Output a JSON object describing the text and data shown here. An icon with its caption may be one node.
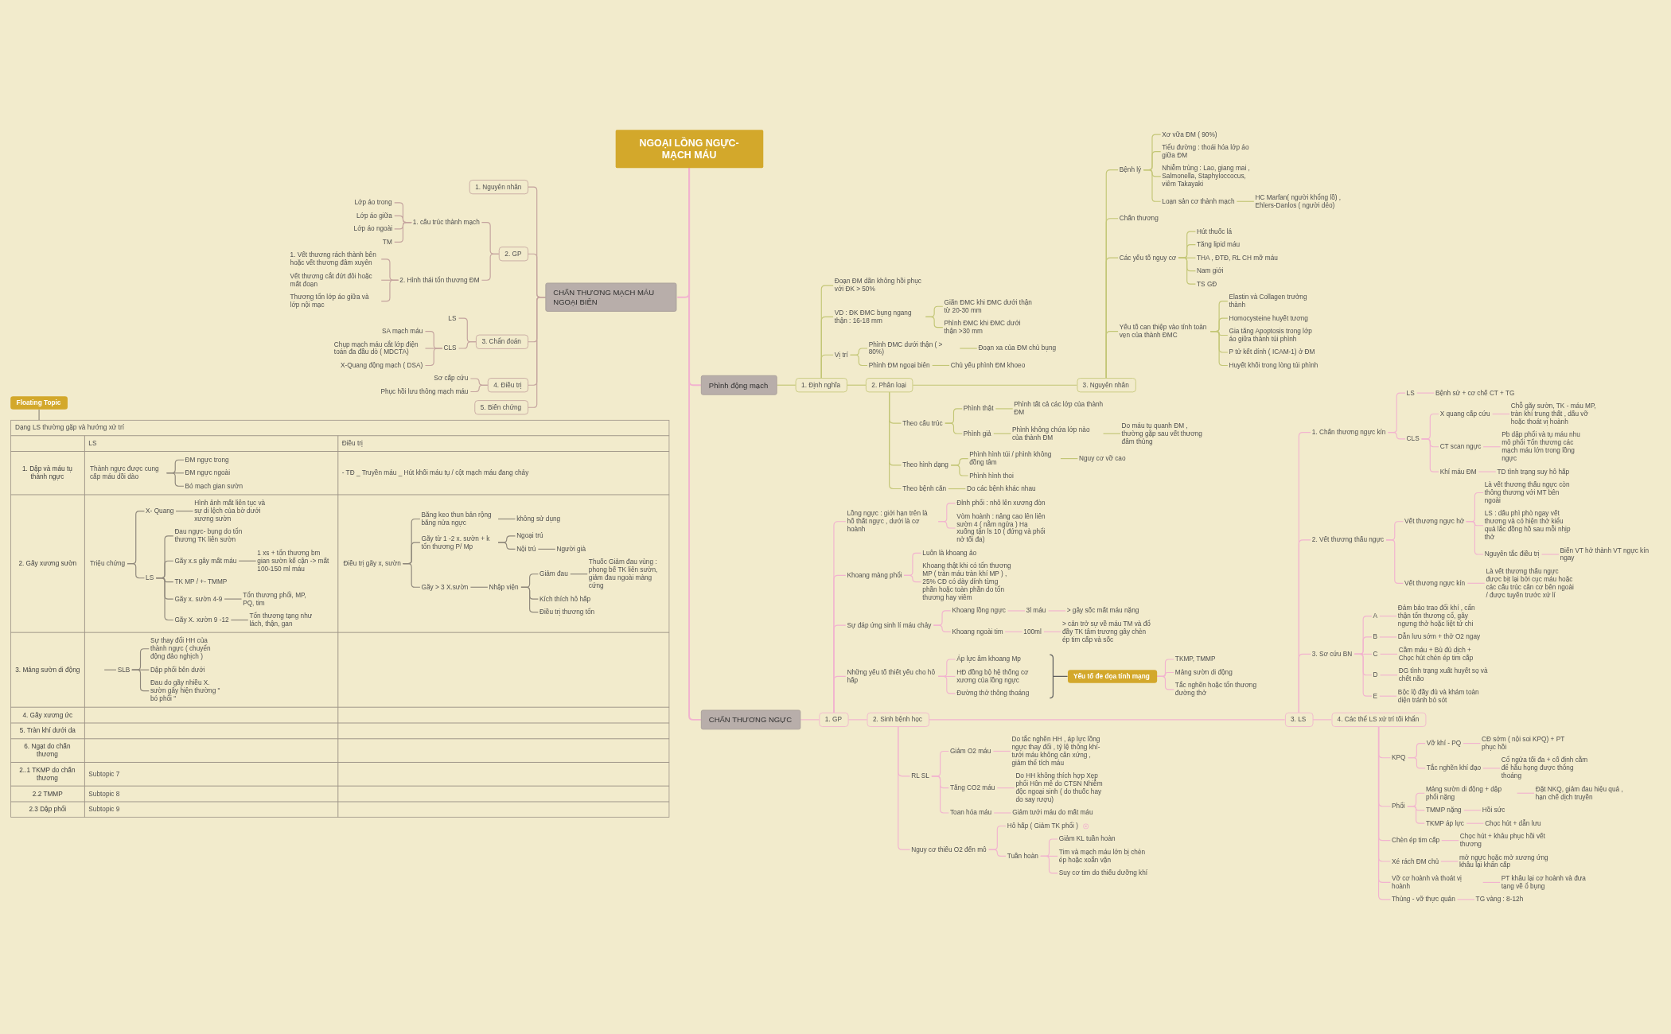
{
  "diagram": {
    "nodes": [
      {
        "text": [
          "NGOẠI LỒNG NGỰC- MẠCH MÁU"
        ]
      },
      {
        "text": [
          "CHẤN THƯƠNG MẠCH MÁU NGOẠI BIÊN"
        ]
      },
      {
        "text": [
          "1. Nguyên nhân"
        ]
      },
      {
        "text": [
          "2. GP"
        ]
      },
      {
        "text": [
          "1. cấu trúc thành mạch"
        ]
      },
      {
        "text": [
          "Lớp áo trong"
        ]
      },
      {
        "text": [
          "Lớp áo giữa"
        ]
      },
      {
        "text": [
          "Lớp áo ngoài"
        ]
      },
      {
        "text": [
          "TM"
        ]
      },
      {
        "text": [
          "2. Hình thái tổn thương ĐM"
        ]
      },
      {
        "text": [
          "1. Vết thương rách thành bên hoặc vết thương đâm xuyên"
        ]
      },
      {
        "text": [
          "Vết thương cắt đứt đôi hoặc mất đoạn"
        ]
      },
      {
        "text": [
          "Thương tổn lớp áo giữa và lớp nội mạc"
        ]
      },
      {
        "text": [
          "3. Chẩn đoán"
        ]
      },
      {
        "text": [
          "LS"
        ]
      },
      {
        "text": [
          "CLS"
        ]
      },
      {
        "text": [
          "SA mạch máu"
        ]
      },
      {
        "text": [
          "Chụp mạch máu cắt lớp điện toán đa đầu dò ( MDCTA)"
        ]
      },
      {
        "text": [
          "X-Quang động mạch ( DSA)"
        ]
      },
      {
        "text": [
          "4. Điều trị"
        ]
      },
      {
        "text": [
          "Sơ cấp cứu"
        ]
      },
      {
        "text": [
          "Phục hồi lưu thông mạch máu"
        ]
      },
      {
        "text": [
          "5. Biến chứng"
        ]
      },
      {
        "text": [
          "Phình động mạch"
        ]
      },
      {
        "text": [
          "1. Định nghĩa"
        ]
      },
      {
        "text": [
          "Đoạn ĐM dãn không hồi phục với ĐK > 50%"
        ]
      },
      {
        "text": [
          "VD : ĐK ĐMC bụng ngang thận : 16-18 mm"
        ]
      },
      {
        "text": [
          "Giãn ĐMC khi ĐMC dưới thận từ 20-30 mm"
        ]
      },
      {
        "text": [
          "Phình ĐMC khi ĐMC dưới thận >30 mm"
        ]
      },
      {
        "text": [
          "Vị trí"
        ]
      },
      {
        "text": [
          "Phình ĐMC dưới thận ( > 80%)"
        ]
      },
      {
        "text": [
          "Đoạn xa của ĐM chủ bụng"
        ]
      },
      {
        "text": [
          "Phình ĐM ngoại biên"
        ]
      },
      {
        "text": [
          "Chủ yếu phình ĐM khoeo"
        ]
      },
      {
        "text": [
          "2. Phân loại"
        ]
      },
      {
        "text": [
          "Theo cấu trúc"
        ]
      },
      {
        "text": [
          "Phình thật"
        ]
      },
      {
        "text": [
          "Phình tất cả các lớp của thành ĐM"
        ]
      },
      {
        "text": [
          "Phình giả"
        ]
      },
      {
        "text": [
          "Phình không chứa lớp nào của thành ĐM"
        ]
      },
      {
        "text": [
          "Do máu tụ quanh ĐM , thường gặp sau vết thương đâm thủng"
        ]
      },
      {
        "text": [
          "Theo hình dạng"
        ]
      },
      {
        "text": [
          "Phình hình túi / phình không đồng tâm"
        ]
      },
      {
        "text": [
          "Nguy cơ vỡ cao"
        ]
      },
      {
        "text": [
          "Phình hình thoi"
        ]
      },
      {
        "text": [
          "Theo bệnh căn"
        ]
      },
      {
        "text": [
          "Do các bệnh khác nhau"
        ]
      },
      {
        "text": [
          "3. Nguyên nhân"
        ]
      },
      {
        "text": [
          "Bệnh lý"
        ]
      },
      {
        "text": [
          "Xơ vữa ĐM ( 90%)"
        ]
      },
      {
        "text": [
          "Tiểu đường : thoái hóa lớp áo giữa ĐM"
        ]
      },
      {
        "text": [
          "Nhiễm trùng : Lao, giang mai , Salmonella, Staphyloccocus, viêm Takayaki"
        ]
      },
      {
        "text": [
          "Loạn sản cơ thành mạch"
        ]
      },
      {
        "text": [
          "HC Marfan( người khổng lồ) , Ehlers-Danlos ( người dẻo)"
        ]
      },
      {
        "text": [
          "Chấn thương"
        ]
      },
      {
        "text": [
          "Các yếu tố nguy cơ"
        ]
      },
      {
        "text": [
          "Hút thuốc lá"
        ]
      },
      {
        "text": [
          "Tăng lipid máu"
        ]
      },
      {
        "text": [
          "THA , ĐTĐ, RL CH mỡ máu"
        ]
      },
      {
        "text": [
          "Nam giới"
        ]
      },
      {
        "text": [
          "TS GĐ"
        ]
      },
      {
        "text": [
          "Yếu tố can thiệp vào tính toàn vẹn của thành ĐMC"
        ]
      },
      {
        "text": [
          "Elastin và Collagen trưởng thành"
        ]
      },
      {
        "text": [
          "Homocysteine huyết tương"
        ]
      },
      {
        "text": [
          "Gia tăng Apoptosis trong lớp áo giữa thành túi phình"
        ]
      },
      {
        "text": [
          "P tử kết dính ( ICAM-1) ở ĐM"
        ]
      },
      {
        "text": [
          "Huyết khối trong lòng túi phình"
        ]
      },
      {
        "text": [
          "CHẤN THƯƠNG NGỰC"
        ]
      },
      {
        "text": [
          "1. GP"
        ]
      },
      {
        "text": [
          "Lồng ngực : giới hạn trên là hố thất ngực , dưới là cơ hoành"
        ]
      },
      {
        "text": [
          "Đỉnh phổi : nhô lên xương đòn"
        ]
      },
      {
        "text": [
          "Vòm hoành : nâng cao lên liên sườn 4 ( nằm ngửa ) Hạ xuống tận ls 10 ( đứng và phổi nở tối đa)"
        ]
      },
      {
        "text": [
          "Khoang màng phổi"
        ]
      },
      {
        "text": [
          "Luôn là khoang ảo"
        ]
      },
      {
        "text": [
          "Khoang thật khi có tổn thương MP ( tràn máu tràn khí MP ) , 25% CĐ có dày dính từng phần hoặc toàn phần do tổn thương hay viêm"
        ]
      },
      {
        "text": [
          "Sự đáp ứng sinh lí máu chảy"
        ]
      },
      {
        "text": [
          "Khoang lồng ngực"
        ]
      },
      {
        "text": [
          "3l máu"
        ]
      },
      {
        "text": [
          "> gây sốc mất máu nặng"
        ]
      },
      {
        "text": [
          "Khoang ngoài tim"
        ]
      },
      {
        "text": [
          "100ml"
        ]
      },
      {
        "text": [
          "> cản trở sự về máu TM và đổ đầy TK tâm trương gây chèn ép tim cấp và sốc"
        ]
      },
      {
        "text": [
          "Những yếu tố thiết yếu cho hô hấp"
        ]
      },
      {
        "text": [
          "Áp lực âm khoang Mp"
        ]
      },
      {
        "text": [
          "HĐ đồng bộ hệ thống cơ xương của lồng ngực"
        ]
      },
      {
        "text": [
          "Đường thở thông thoáng"
        ]
      },
      {
        "text": [
          "Yếu tố đe dọa tính mạng"
        ]
      },
      {
        "text": [
          "TKMP, TMMP"
        ]
      },
      {
        "text": [
          "Mảng sườn di động"
        ]
      },
      {
        "text": [
          "Tắc nghẽn hoặc tổn thương đường thở"
        ]
      },
      {
        "text": [
          "2. Sinh bệnh học"
        ]
      },
      {
        "text": [
          "RL SL"
        ]
      },
      {
        "text": [
          "Giảm O2 máu"
        ]
      },
      {
        "text": [
          "Do tắc nghẽn HH , áp lực lồng ngực thay đổi , tỷ lệ thông khí- tưới máu không cân xứng , giảm thể tích máu"
        ]
      },
      {
        "text": [
          "Tăng CO2 máu"
        ]
      },
      {
        "text": [
          "Do HH không thích hợp Xẹp phổi Hôn mê do CTSN Nhiễm độc ngoại sinh ( do thuốc hay do say rượu)"
        ]
      },
      {
        "text": [
          "Toan hóa máu"
        ]
      },
      {
        "text": [
          "Giảm tưới máu do mất máu"
        ]
      },
      {
        "text": [
          "Nguy cơ thiếu O2 đến mô"
        ]
      },
      {
        "text": [
          "Hô hấp ( Giảm TK phổi )"
        ]
      },
      {
        "text": [
          "Tuần hoàn"
        ]
      },
      {
        "text": [
          "Giảm KL tuần hoàn"
        ]
      },
      {
        "text": [
          "Tim và mạch máu lớn bị chèn ép hoặc xoắn vặn"
        ]
      },
      {
        "text": [
          "Suy cơ tim do thiếu dưỡng khí"
        ]
      },
      {
        "text": [
          "3. LS"
        ]
      },
      {
        "text": [
          "1. Chấn thương ngực kín"
        ]
      },
      {
        "text": [
          "LS"
        ]
      },
      {
        "text": [
          "Bệnh sử + cơ chế CT + TG"
        ]
      },
      {
        "text": [
          "CLS"
        ]
      },
      {
        "text": [
          "X quang cấp cứu"
        ]
      },
      {
        "text": [
          "Chỗ gãy sườn, TK - máu MP, tràn khí trung thất , dấu vỡ hoặc thoát vị hoành"
        ]
      },
      {
        "text": [
          "CT scan ngực"
        ]
      },
      {
        "text": [
          "Pb dập phổi và tụ máu nhu mô phổi Tổn thương các mạch máu lớn trong lồng ngực"
        ]
      },
      {
        "text": [
          "Khí máu ĐM"
        ]
      },
      {
        "text": [
          "TD tình trạng suy hô hấp"
        ]
      },
      {
        "text": [
          "2. Vết thương thấu ngực"
        ]
      },
      {
        "text": [
          "Vết thương ngực hở"
        ]
      },
      {
        "text": [
          "Là vết thương thấu ngực còn thông thương với MT bên ngoài"
        ]
      },
      {
        "text": [
          "LS : dấu phì phò ngay vết thương và có hiện thở kiểu quả lắc đồng hồ sau mỗi nhịp thở"
        ]
      },
      {
        "text": [
          "Nguyên tắc điều trị"
        ]
      },
      {
        "text": [
          "Biến VT hở thành VT ngực kín ngay"
        ]
      },
      {
        "text": [
          "Vết thương ngực kín"
        ]
      },
      {
        "text": [
          "Là vết thương thấu ngực được bịt lại bởi cục máu hoặc các cấu trúc cân cơ bên ngoài / được tuyến trước xử lí"
        ]
      },
      {
        "text": [
          "3. Sơ cứu BN"
        ]
      },
      {
        "text": [
          "A"
        ]
      },
      {
        "text": [
          "Đảm bảo trao đổi khí , cẩn thận tổn thương cổ, gây ngưng thở hoặc liệt tứ chi"
        ]
      },
      {
        "text": [
          "B"
        ]
      },
      {
        "text": [
          "Dẫn lưu sớm + thở O2 ngay"
        ]
      },
      {
        "text": [
          "C"
        ]
      },
      {
        "text": [
          "Cầm máu + Bù đủ dịch + Chọc hút chèn ép tim cấp"
        ]
      },
      {
        "text": [
          "D"
        ]
      },
      {
        "text": [
          "ĐG tình trạng xuất huyết sọ và chết não"
        ]
      },
      {
        "text": [
          "E"
        ]
      },
      {
        "text": [
          "Bộc lộ đầy đủ và khám toàn diện tránh bỏ sót"
        ]
      },
      {
        "text": [
          "4. Các thể LS xử trí tối khẩn"
        ]
      },
      {
        "text": [
          "KPQ"
        ]
      },
      {
        "text": [
          "Vỡ khí - PQ"
        ]
      },
      {
        "text": [
          "CĐ sớm ( nội soi KPQ) + PT phục hồi"
        ]
      },
      {
        "text": [
          "Tắc nghẽn khí đạo"
        ]
      },
      {
        "text": [
          "Cổ ngửa tối đa + cố định cằm để hầu họng được thông thoáng"
        ]
      },
      {
        "text": [
          "Phổi"
        ]
      },
      {
        "text": [
          "Mảng sườn di động + dập phổi nặng"
        ]
      },
      {
        "text": [
          "Đặt NKQ, giảm đau hiệu quả , hạn chế dịch truyền"
        ]
      },
      {
        "text": [
          "TMMP nặng"
        ]
      },
      {
        "text": [
          "Hồi sức"
        ]
      },
      {
        "text": [
          "TKMP áp lực"
        ]
      },
      {
        "text": [
          "Chọc hút + dẫn lưu"
        ]
      },
      {
        "text": [
          "Chèn ép tim cấp"
        ]
      },
      {
        "text": [
          "Chọc hút + khâu phục hồi vết thương"
        ]
      },
      {
        "text": [
          "Xé rách ĐM chủ"
        ]
      },
      {
        "text": [
          "mở ngực hoặc mở xương ứng khâu lại khẩn cấp"
        ]
      },
      {
        "text": [
          "Vỡ cơ hoành và thoát vị hoành"
        ]
      },
      {
        "text": [
          "PT khâu lại cơ hoành và đưa tạng về ổ bụng"
        ]
      },
      {
        "text": [
          "Thủng - vỡ thực quản"
        ]
      },
      {
        "text": [
          "TG vàng : 8-12h"
        ]
      },
      {
        "text": [
          "Floating Topic"
        ]
      },
      {
        "text": [
          "Dạng LS thường gặp và hướng xử trí"
        ]
      },
      {
        "text": [
          "Thành ngực được cung cấp máu dồi dào"
        ],
        "in": 156
      },
      {
        "text": [
          "ĐM ngực trong"
        ],
        "in": 156
      },
      {
        "text": [
          "ĐM ngực ngoài"
        ],
        "in": 156
      },
      {
        "text": [
          "Bó mạch gian sườn"
        ],
        "in": 156
      },
      {
        "text": [
          "Triệu chứng"
        ],
        "in": 156
      },
      {
        "text": [
          "X- Quang"
        ],
        "in": 156
      },
      {
        "text": [
          "Hình ảnh mất liên tục và sự di lệch của bờ dưới xương sườn"
        ],
        "in": 156
      },
      {
        "text": [
          "LS"
        ],
        "in": 156
      },
      {
        "text": [
          "Đau ngực- bụng do tổn thương TK liên sườn"
        ],
        "in": 156
      },
      {
        "text": [
          "Gãy x.s gây mất máu"
        ],
        "in": 156
      },
      {
        "text": [
          "1 xs + tổn thương bm gian sườn kế cận -> mất 100-150 ml máu"
        ],
        "in": 156
      },
      {
        "text": [
          "TK MP / +- TMMP"
        ],
        "in": 156
      },
      {
        "text": [
          "Gãy x. sườn 4-9"
        ],
        "in": 156
      },
      {
        "text": [
          "Tổn thương phổi, MP, PQ, tim"
        ],
        "in": 156
      },
      {
        "text": [
          "Gãy X. xườn 9 -12"
        ],
        "in": 156
      },
      {
        "text": [
          "Tổn thương tạng như lách, thận, gan"
        ],
        "in": 156
      },
      {
        "text": [
          "Điều trị gãy x, sườn"
        ],
        "in": 156
      },
      {
        "text": [
          "Băng keo thun bản rộng băng nửa ngực"
        ],
        "in": 156
      },
      {
        "text": [
          "không sử dụng"
        ],
        "in": 156
      },
      {
        "text": [
          "Gãy từ 1 -2 x. sườn + k tổn thương P/ Mp"
        ],
        "in": 156
      },
      {
        "text": [
          "Ngoại trú"
        ],
        "in": 156
      },
      {
        "text": [
          "Nội trú"
        ],
        "in": 156
      },
      {
        "text": [
          "Người già"
        ],
        "in": 156
      },
      {
        "text": [
          "Gãy > 3 X.sườn"
        ],
        "in": 156
      },
      {
        "text": [
          "Nhập viện"
        ],
        "in": 156
      },
      {
        "text": [
          "Giảm đau"
        ],
        "in": 156
      },
      {
        "text": [
          "Thuốc Giảm đau vùng : phong bế TK liên sườn, giảm đau ngoài màng cứng"
        ],
        "in": 156
      },
      {
        "text": [
          "Kích thích hô hấp"
        ],
        "in": 156
      },
      {
        "text": [
          "Điều trị thương tổn"
        ],
        "in": 156
      },
      {
        "text": [
          "SLB"
        ],
        "in": 156
      },
      {
        "text": [
          "Sự thay đổi HH của thành ngực ( chuyển động đảo nghịch )"
        ],
        "in": 156
      },
      {
        "text": [
          "Dập phổi bên dưới"
        ],
        "in": 156
      },
      {
        "text": [
          "Đau do gãy nhiều X. sườn gây hiện thường \" bó phổi \""
        ],
        "in": 156
      }
    ],
    "edges": [
      {
        "from": 0,
        "to": 1,
        "arrow": "none"
      },
      {
        "from": 1,
        "to": 2,
        "arrow": "none",
        "color": "#c4a39e"
      },
      {
        "from": 1,
        "to": 3,
        "arrow": "none",
        "color": "#c4a39e"
      },
      {
        "from": 3,
        "to": 4,
        "arrow": "none",
        "color": "#c4a39e"
      },
      {
        "from": 4,
        "to": 5,
        "arrow": "none",
        "color": "#c4a39e"
      },
      {
        "from": 4,
        "to": 6,
        "arrow": "none",
        "color": "#c4a39e"
      },
      {
        "from": 4,
        "to": 7,
        "arrow": "none",
        "color": "#c4a39e"
      },
      {
        "from": 4,
        "to": 8,
        "arrow": "none",
        "color": "#c4a39e"
      },
      {
        "from": 3,
        "to": 9,
        "arrow": "none",
        "color": "#c4a39e"
      },
      {
        "from": 9,
        "to": 10,
        "arrow": "none",
        "color": "#c4a39e"
      },
      {
        "from": 9,
        "to": 11,
        "arrow": "none",
        "color": "#c4a39e"
      },
      {
        "from": 9,
        "to": 12,
        "arrow": "none",
        "color": "#c4a39e"
      },
      {
        "from": 1,
        "to": 13,
        "arrow": "none",
        "color": "#c4a39e"
      },
      {
        "from": 13,
        "to": 14,
        "arrow": "none",
        "color": "#c4a39e"
      },
      {
        "from": 13,
        "to": 15,
        "arrow": "none",
        "color": "#c4a39e"
      },
      {
        "from": 15,
        "to": 16,
        "arrow": "none",
        "color": "#c4a39e"
      },
      {
        "from": 15,
        "to": 17,
        "arrow": "none",
        "color": "#c4a39e"
      },
      {
        "from": 15,
        "to": 18,
        "arrow": "none",
        "color": "#c4a39e"
      },
      {
        "from": 1,
        "to": 19,
        "arrow": "none",
        "color": "#c4a39e"
      },
      {
        "from": 19,
        "to": 20,
        "arrow": "none",
        "color": "#c4a39e"
      },
      {
        "from": 19,
        "to": 21,
        "arrow": "none",
        "color": "#c4a39e"
      },
      {
        "from": 1,
        "to": 22,
        "arrow": "none",
        "color": "#c4a39e"
      },
      {
        "from": 0,
        "to": 23,
        "arrow": "none"
      },
      {
        "from": 23,
        "to": 24,
        "arrow": "none",
        "color": "#c3c676"
      },
      {
        "from": 24,
        "to": 25,
        "arrow": "none",
        "color": "#c3c676"
      },
      {
        "from": 24,
        "to": 26,
        "arrow": "none",
        "color": "#c3c676"
      },
      {
        "from": 26,
        "to": 27,
        "arrow": "none",
        "color": "#c3c676"
      },
      {
        "from": 26,
        "to": 28,
        "arrow": "none",
        "color": "#c3c676"
      },
      {
        "from": 24,
        "to": 29,
        "arrow": "none",
        "color": "#c3c676"
      },
      {
        "from": 29,
        "to": 30,
        "arrow": "none",
        "color": "#c3c676"
      },
      {
        "from": 30,
        "to": 31,
        "arrow": "none",
        "color": "#c3c676"
      },
      {
        "from": 29,
        "to": 32,
        "arrow": "none",
        "color": "#c3c676"
      },
      {
        "from": 32,
        "to": 33,
        "arrow": "none",
        "color": "#c3c676"
      },
      {
        "from": 24,
        "to": 34,
        "arrow": "none",
        "color": "#c3c676"
      },
      {
        "from": 34,
        "to": 35,
        "arrow": "none",
        "color": "#c3c676"
      },
      {
        "from": 35,
        "to": 36,
        "arrow": "none",
        "color": "#c3c676"
      },
      {
        "from": 36,
        "to": 37,
        "arrow": "none",
        "color": "#c3c676"
      },
      {
        "from": 35,
        "to": 38,
        "arrow": "none",
        "color": "#c3c676"
      },
      {
        "from": 38,
        "to": 39,
        "arrow": "none",
        "color": "#c3c676"
      },
      {
        "from": 39,
        "to": 40,
        "arrow": "none",
        "color": "#c3c676"
      },
      {
        "from": 34,
        "to": 41,
        "arrow": "none",
        "color": "#c3c676"
      },
      {
        "from": 41,
        "to": 42,
        "arrow": "none",
        "color": "#c3c676"
      },
      {
        "from": 42,
        "to": 43,
        "arrow": "none",
        "color": "#c3c676"
      },
      {
        "from": 41,
        "to": 44,
        "arrow": "none",
        "color": "#c3c676"
      },
      {
        "from": 34,
        "to": 45,
        "arrow": "none",
        "color": "#c3c676"
      },
      {
        "from": 45,
        "to": 46,
        "arrow": "none",
        "color": "#c3c676"
      },
      {
        "from": 34,
        "to": 47,
        "arrow": "none",
        "color": "#c3c676"
      },
      {
        "from": 47,
        "to": 48,
        "arrow": "none",
        "color": "#c3c676"
      },
      {
        "from": 48,
        "to": 49,
        "arrow": "none",
        "color": "#c3c676"
      },
      {
        "from": 48,
        "to": 50,
        "arrow": "none",
        "color": "#c3c676"
      },
      {
        "from": 48,
        "to": 51,
        "arrow": "none",
        "color": "#c3c676"
      },
      {
        "from": 48,
        "to": 52,
        "arrow": "none",
        "color": "#c3c676"
      },
      {
        "from": 52,
        "to": 53,
        "arrow": "none",
        "color": "#c3c676"
      },
      {
        "from": 47,
        "to": 54,
        "arrow": "none",
        "color": "#c3c676"
      },
      {
        "from": 47,
        "to": 55,
        "arrow": "none",
        "color": "#c3c676"
      },
      {
        "from": 55,
        "to": 56,
        "arrow": "none",
        "color": "#c3c676"
      },
      {
        "from": 55,
        "to": 57,
        "arrow": "none",
        "color": "#c3c676"
      },
      {
        "from": 55,
        "to": 58,
        "arrow": "none",
        "color": "#c3c676"
      },
      {
        "from": 55,
        "to": 59,
        "arrow": "none",
        "color": "#c3c676"
      },
      {
        "from": 55,
        "to": 60,
        "arrow": "none",
        "color": "#c3c676"
      },
      {
        "from": 47,
        "to": 61,
        "arrow": "none",
        "color": "#c3c676"
      },
      {
        "from": 61,
        "to": 62,
        "arrow": "none",
        "color": "#c3c676"
      },
      {
        "from": 61,
        "to": 63,
        "arrow": "none",
        "color": "#c3c676"
      },
      {
        "from": 61,
        "to": 64,
        "arrow": "none",
        "color": "#c3c676"
      },
      {
        "from": 61,
        "to": 65,
        "arrow": "none",
        "color": "#c3c676"
      },
      {
        "from": 61,
        "to": 66,
        "arrow": "none",
        "color": "#c3c676"
      },
      {
        "from": 0,
        "to": 67,
        "arrow": "none"
      },
      {
        "from": 67,
        "to": 68,
        "arrow": "none"
      },
      {
        "from": 68,
        "to": 69,
        "arrow": "none"
      },
      {
        "from": 69,
        "to": 70,
        "arrow": "none"
      },
      {
        "from": 69,
        "to": 71,
        "arrow": "none"
      },
      {
        "from": 68,
        "to": 72,
        "arrow": "none"
      },
      {
        "from": 72,
        "to": 73,
        "arrow": "none"
      },
      {
        "from": 72,
        "to": 74,
        "arrow": "none"
      },
      {
        "from": 68,
        "to": 75,
        "arrow": "none"
      },
      {
        "from": 75,
        "to": 76,
        "arrow": "none"
      },
      {
        "from": 76,
        "to": 77,
        "arrow": "none"
      },
      {
        "from": 77,
        "to": 78,
        "arrow": "none"
      },
      {
        "from": 75,
        "to": 79,
        "arrow": "none"
      },
      {
        "from": 79,
        "to": 80,
        "arrow": "none"
      },
      {
        "from": 80,
        "to": 81,
        "arrow": "none"
      },
      {
        "from": 68,
        "to": 82,
        "arrow": "none"
      },
      {
        "from": 82,
        "to": 83,
        "arrow": "none"
      },
      {
        "from": 82,
        "to": 84,
        "arrow": "none"
      },
      {
        "from": 82,
        "to": 85,
        "arrow": "none"
      },
      {
        "from": 86,
        "to": 87,
        "arrow": "none"
      },
      {
        "from": 86,
        "to": 88,
        "arrow": "none"
      },
      {
        "from": 86,
        "to": 89,
        "arrow": "none"
      },
      {
        "from": 68,
        "to": 90,
        "arrow": "none"
      },
      {
        "from": 90,
        "to": 91,
        "arrow": "none"
      },
      {
        "from": 91,
        "to": 92,
        "arrow": "none"
      },
      {
        "from": 92,
        "to": 93,
        "arrow": "none"
      },
      {
        "from": 91,
        "to": 94,
        "arrow": "none"
      },
      {
        "from": 94,
        "to": 95,
        "arrow": "none"
      },
      {
        "from": 91,
        "to": 96,
        "arrow": "none"
      },
      {
        "from": 96,
        "to": 97,
        "arrow": "none"
      },
      {
        "from": 90,
        "to": 98,
        "arrow": "none"
      },
      {
        "from": 98,
        "to": 99,
        "arrow": "none"
      },
      {
        "from": 98,
        "to": 100,
        "arrow": "none"
      },
      {
        "from": 100,
        "to": 101,
        "arrow": "none"
      },
      {
        "from": 100,
        "to": 102,
        "arrow": "none"
      },
      {
        "from": 100,
        "to": 103,
        "arrow": "none"
      },
      {
        "from": 90,
        "to": 104,
        "arrow": "none"
      },
      {
        "from": 104,
        "to": 105,
        "arrow": "none"
      },
      {
        "from": 105,
        "to": 106,
        "arrow": "none"
      },
      {
        "from": 106,
        "to": 107,
        "arrow": "none"
      },
      {
        "from": 105,
        "to": 108,
        "arrow": "none"
      },
      {
        "from": 108,
        "to": 109,
        "arrow": "none"
      },
      {
        "from": 109,
        "to": 110,
        "arrow": "none"
      },
      {
        "from": 108,
        "to": 111,
        "arrow": "none"
      },
      {
        "from": 111,
        "to": 112,
        "arrow": "none"
      },
      {
        "from": 108,
        "to": 113,
        "arrow": "none"
      },
      {
        "from": 113,
        "to": 114,
        "arrow": "none"
      },
      {
        "from": 104,
        "to": 115,
        "arrow": "none"
      },
      {
        "from": 115,
        "to": 116,
        "arrow": "none"
      },
      {
        "from": 116,
        "to": 117,
        "arrow": "none"
      },
      {
        "from": 116,
        "to": 118,
        "arrow": "none"
      },
      {
        "from": 116,
        "to": 119,
        "arrow": "none"
      },
      {
        "from": 119,
        "to": 120,
        "arrow": "none"
      },
      {
        "from": 115,
        "to": 121,
        "arrow": "none"
      },
      {
        "from": 121,
        "to": 122,
        "arrow": "none"
      },
      {
        "from": 104,
        "to": 123,
        "arrow": "none"
      },
      {
        "from": 123,
        "to": 124,
        "arrow": "none"
      },
      {
        "from": 124,
        "to": 125,
        "arrow": "none"
      },
      {
        "from": 123,
        "to": 126,
        "arrow": "none"
      },
      {
        "from": 126,
        "to": 127,
        "arrow": "none"
      },
      {
        "from": 123,
        "to": 128,
        "arrow": "none"
      },
      {
        "from": 128,
        "to": 129,
        "arrow": "none"
      },
      {
        "from": 123,
        "to": 130,
        "arrow": "none"
      },
      {
        "from": 130,
        "to": 131,
        "arrow": "none"
      },
      {
        "from": 123,
        "to": 132,
        "arrow": "none"
      },
      {
        "from": 132,
        "to": 133,
        "arrow": "none"
      },
      {
        "from": 104,
        "to": 134,
        "arrow": "none"
      },
      {
        "from": 134,
        "to": 135,
        "arrow": "none"
      },
      {
        "from": 135,
        "to": 136,
        "arrow": "none"
      },
      {
        "from": 136,
        "to": 137,
        "arrow": "none"
      },
      {
        "from": 135,
        "to": 138,
        "arrow": "none"
      },
      {
        "from": 138,
        "to": 139,
        "arrow": "none"
      },
      {
        "from": 134,
        "to": 140,
        "arrow": "none"
      },
      {
        "from": 140,
        "to": 141,
        "arrow": "none"
      },
      {
        "from": 141,
        "to": 142,
        "arrow": "none"
      },
      {
        "from": 140,
        "to": 143,
        "arrow": "none"
      },
      {
        "from": 143,
        "to": 144,
        "arrow": "none"
      },
      {
        "from": 140,
        "to": 145,
        "arrow": "none"
      },
      {
        "from": 145,
        "to": 146,
        "arrow": "none"
      },
      {
        "from": 134,
        "to": 147,
        "arrow": "none"
      },
      {
        "from": 147,
        "to": 148,
        "arrow": "none"
      },
      {
        "from": 134,
        "to": 149,
        "arrow": "none"
      },
      {
        "from": 149,
        "to": 150,
        "arrow": "none"
      },
      {
        "from": 134,
        "to": 151,
        "arrow": "none"
      },
      {
        "from": 151,
        "to": 152,
        "arrow": "none"
      },
      {
        "from": 134,
        "to": 153,
        "arrow": "none"
      },
      {
        "from": 153,
        "to": 154,
        "arrow": "none"
      },
      {
        "from": 155,
        "to": 156,
        "arrow": "none",
        "color": "#8e877b"
      },
      {
        "from": 157,
        "to": 158,
        "arrow": "none",
        "color": "#8e877b"
      },
      {
        "from": 157,
        "to": 159,
        "arrow": "none",
        "color": "#8e877b"
      },
      {
        "from": 157,
        "to": 160,
        "arrow": "none",
        "color": "#8e877b"
      },
      {
        "from": 161,
        "to": 162,
        "arrow": "none",
        "color": "#8e877b"
      },
      {
        "from": 162,
        "to": 163,
        "arrow": "none",
        "color": "#8e877b"
      },
      {
        "from": 161,
        "to": 164,
        "arrow": "none",
        "color": "#8e877b"
      },
      {
        "from": 164,
        "to": 165,
        "arrow": "none",
        "color": "#8e877b"
      },
      {
        "from": 164,
        "to": 166,
        "arrow": "none",
        "color": "#8e877b"
      },
      {
        "from": 166,
        "to": 167,
        "arrow": "none",
        "color": "#8e877b"
      },
      {
        "from": 164,
        "to": 168,
        "arrow": "none",
        "color": "#8e877b"
      },
      {
        "from": 164,
        "to": 169,
        "arrow": "none",
        "color": "#8e877b"
      },
      {
        "from": 169,
        "to": 170,
        "arrow": "none",
        "color": "#8e877b"
      },
      {
        "from": 164,
        "to": 171,
        "arrow": "none",
        "color": "#8e877b"
      },
      {
        "from": 171,
        "to": 172,
        "arrow": "none",
        "color": "#8e877b"
      },
      {
        "from": 173,
        "to": 174,
        "arrow": "none",
        "color": "#8e877b"
      },
      {
        "from": 174,
        "to": 175,
        "arrow": "none",
        "color": "#8e877b"
      },
      {
        "from": 173,
        "to": 176,
        "arrow": "none",
        "color": "#8e877b"
      },
      {
        "from": 176,
        "to": 177,
        "arrow": "none",
        "color": "#8e877b"
      },
      {
        "from": 176,
        "to": 178,
        "arrow": "none",
        "color": "#8e877b"
      },
      {
        "from": 178,
        "to": 179,
        "arrow": "none",
        "color": "#8e877b"
      },
      {
        "from": 173,
        "to": 180,
        "arrow": "none",
        "color": "#8e877b"
      },
      {
        "from": 180,
        "to": 181,
        "arrow": "none",
        "color": "#8e877b"
      },
      {
        "from": 181,
        "to": 182,
        "arrow": "none",
        "color": "#8e877b"
      },
      {
        "from": 182,
        "to": 183,
        "arrow": "none",
        "color": "#8e877b"
      },
      {
        "from": 181,
        "to": 184,
        "arrow": "none",
        "color": "#8e877b"
      },
      {
        "from": 181,
        "to": 185,
        "arrow": "none",
        "color": "#8e877b"
      },
      {
        "from": null,
        "to": 186,
        "arrow": "none",
        "color": "#8e877b"
      },
      {
        "from": 186,
        "to": 187,
        "arrow": "none",
        "color": "#8e877b"
      },
      {
        "from": 186,
        "to": 188,
        "arrow": "none",
        "color": "#8e877b"
      },
      {
        "from": 186,
        "to": 189,
        "arrow": "none",
        "color": "#8e877b"
      }
    ],
    "labels": [
      "LS",
      "Điều trị",
      "1. Dập và máu tụ thành ngực",
      "- TĐ _ Truyền máu _ Hút khối máu tụ / cột mạch máu đang chảy",
      "2. Gãy xương sườn",
      "3. Mảng sườn di động",
      "4. Gãy xương ức",
      "5. Tràn khí dưới da",
      "6. Ngạt do chấn thương",
      "2..1 TKMP do chấn thương",
      "Subtopic 7",
      "2.2 TMMP",
      "Subtopic 8",
      "2.3 Dập phổi",
      "Subtopic 9"
    ]
  }
}
